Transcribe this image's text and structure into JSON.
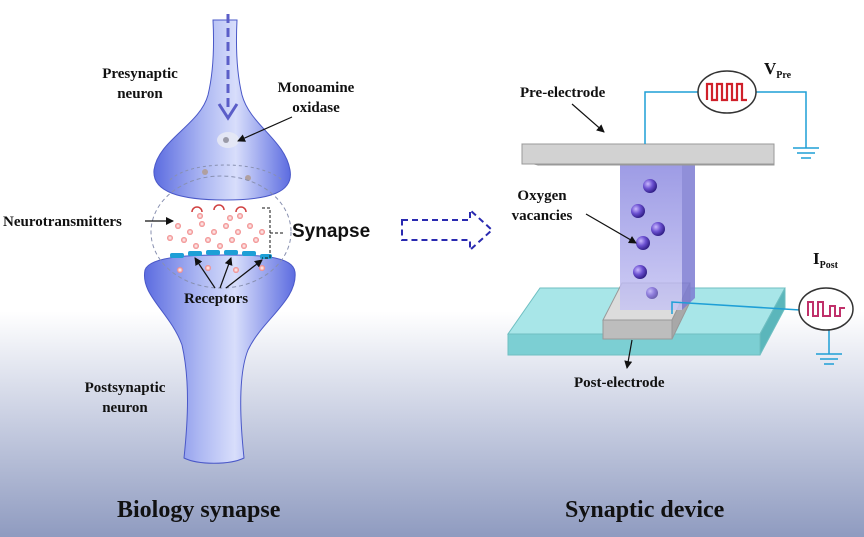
{
  "biology": {
    "caption": "Biology synapse",
    "presynaptic": [
      "Presynaptic",
      "neuron"
    ],
    "monoamine": [
      "Monoamine",
      "oxidase"
    ],
    "neurotransmitters": "Neurotransmitters",
    "synapse": "Synapse",
    "receptors": "Receptors",
    "postsynaptic": [
      "Postsynaptic",
      "neuron"
    ]
  },
  "device": {
    "caption": "Synaptic device",
    "pre_electrode": "Pre-electrode",
    "post_electrode": "Post-electrode",
    "oxygen_vacancies": [
      "Oxygen",
      "vacancies"
    ],
    "v_pre": {
      "main": "V",
      "sub": "Pre"
    },
    "i_post": {
      "main": "I",
      "sub": "Post"
    }
  },
  "colors": {
    "neuron": "#6f7fe0",
    "top_electrode": "#d0d0d0",
    "substrate": "#8fd8dc",
    "pillar": "#8d8ce0",
    "vacancy": "#5a3fb8",
    "wire": "#1e9fd6",
    "pulse_red": "#d0202a",
    "pulse_pink": "#c0306a",
    "arrow_dash": "#2a2ab0"
  }
}
